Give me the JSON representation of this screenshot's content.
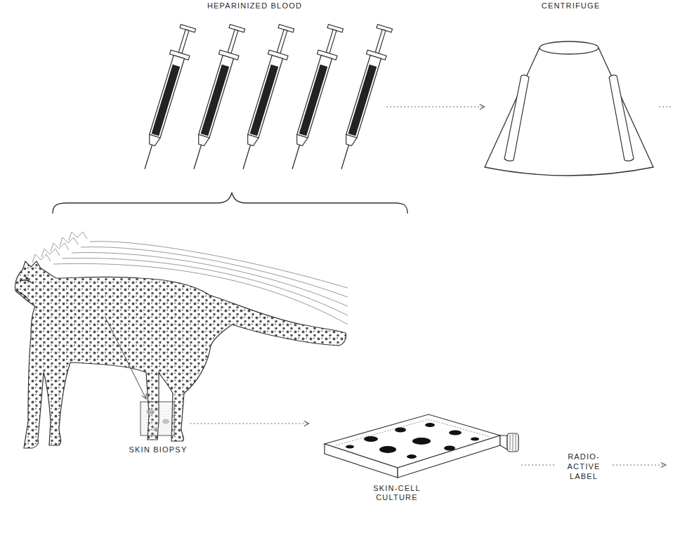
{
  "diagram": {
    "nodes": [
      {
        "text": [
          "HEPARINIZED BLOOD"
        ]
      },
      {
        "text": [
          "CENTRIFUGE"
        ]
      },
      {
        "text": [
          "SKIN BIOPSY"
        ]
      },
      {
        "text": [
          "SKIN-CELL CULTURE"
        ]
      }
    ],
    "edges": [
      {
        "from": 0,
        "to": 1,
        "arrow": "to"
      },
      {
        "from": 2,
        "to": 3,
        "arrow": "to"
      }
    ],
    "labels": [
      "RADIO-ACTIVE LABEL"
    ]
  }
}
